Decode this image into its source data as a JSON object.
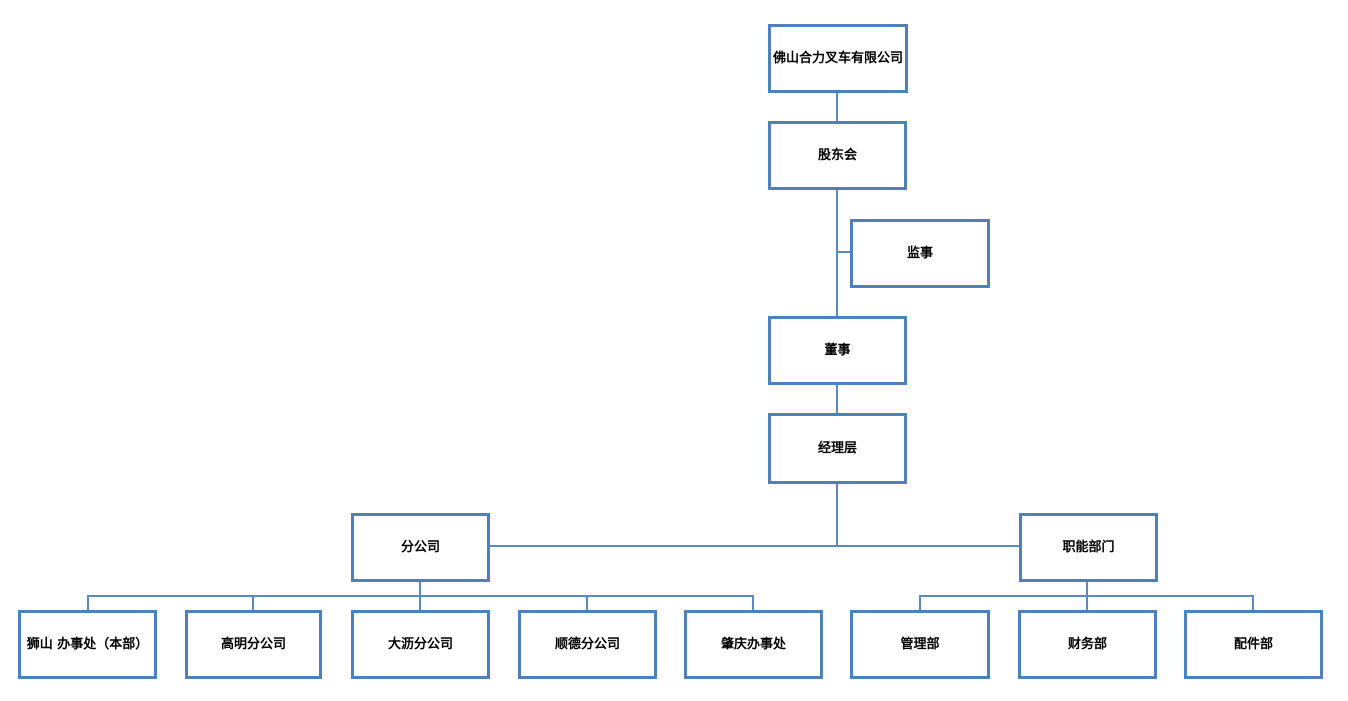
{
  "diagram": {
    "type": "org-chart",
    "background_color": "#ffffff",
    "box_border_color": "#4e80bc",
    "connector_color": "#5b8ac2",
    "text_color": "#000000"
  },
  "nodes": {
    "company": {
      "label": "佛山合力叉车有限公司"
    },
    "shareholders": {
      "label": "股东会"
    },
    "supervisor": {
      "label": "监事"
    },
    "director": {
      "label": "董事"
    },
    "management": {
      "label": "经理层"
    },
    "branches": {
      "label": "分公司"
    },
    "functional": {
      "label": "职能部门"
    },
    "shishan": {
      "label": "狮山 办事处（本部）"
    },
    "gaoming": {
      "label": "高明分公司"
    },
    "dali": {
      "label": "大沥分公司"
    },
    "shunde": {
      "label": "顺德分公司"
    },
    "zhaoqing": {
      "label": "肇庆办事处"
    },
    "admin": {
      "label": "管理部"
    },
    "finance": {
      "label": "财务部"
    },
    "parts": {
      "label": "配件部"
    }
  },
  "hierarchy": [
    {
      "parent": "佛山合力叉车有限公司",
      "children": [
        "股东会"
      ]
    },
    {
      "parent": "股东会",
      "children": [
        "监事",
        "董事"
      ]
    },
    {
      "parent": "董事",
      "children": [
        "经理层"
      ]
    },
    {
      "parent": "经理层",
      "children": [
        "分公司",
        "职能部门"
      ]
    },
    {
      "parent": "分公司",
      "children": [
        "狮山 办事处（本部）",
        "高明分公司",
        "大沥分公司",
        "顺德分公司",
        "肇庆办事处"
      ]
    },
    {
      "parent": "职能部门",
      "children": [
        "管理部",
        "财务部",
        "配件部"
      ]
    }
  ]
}
